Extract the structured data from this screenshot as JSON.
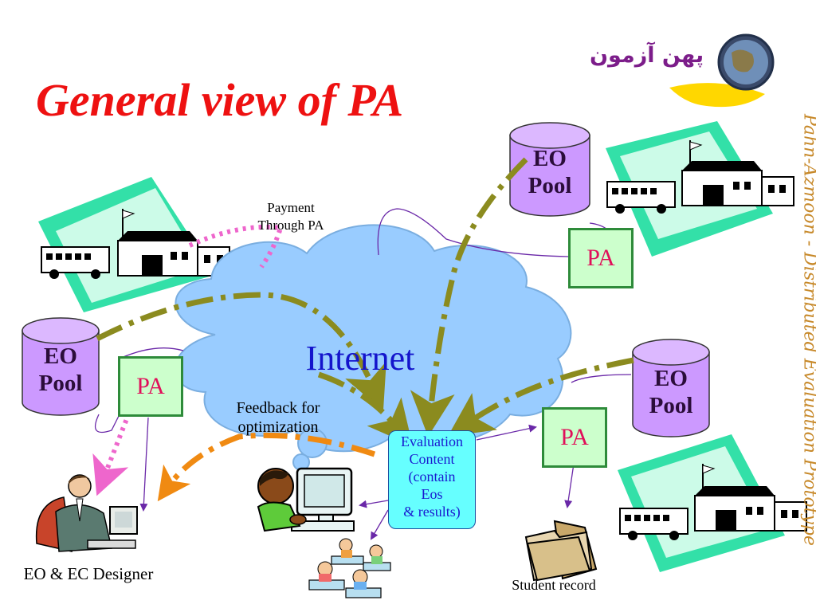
{
  "slide": {
    "title": "General view of PA",
    "side_caption": "Pahn-Azmoon - Distributed Evaluation Prototype",
    "logo_text": "پهن آزمون"
  },
  "diagram": {
    "cloud_label": "Internet",
    "pa_label": "PA",
    "eo_pool": {
      "line1": "EO",
      "line2": "Pool"
    },
    "evaluation_content": [
      "Evaluation",
      "Content",
      "(contain",
      "Eos",
      "& results)"
    ],
    "payment_label": [
      "Payment",
      "Through PA"
    ],
    "feedback_label": [
      "Feedback for",
      "optimization"
    ],
    "designer_label": "EO & EC Designer",
    "student_record_label": "Student record"
  },
  "colors": {
    "title": "#ee1111",
    "internet_text": "#1414cc",
    "cloud_fill": "#99ccff",
    "pool_fill": "#cc99ff",
    "pa_fill": "#ccffcc",
    "pa_border": "#2e8b3a",
    "pa_text": "#e0105a",
    "eval_fill": "#66ffff",
    "olive_arrow": "#8b8b1f",
    "pink_arrow": "#ee66cc",
    "orange_arrow": "#f08a12",
    "thin_line": "#6a28a8",
    "side_caption": "#c7892a"
  }
}
